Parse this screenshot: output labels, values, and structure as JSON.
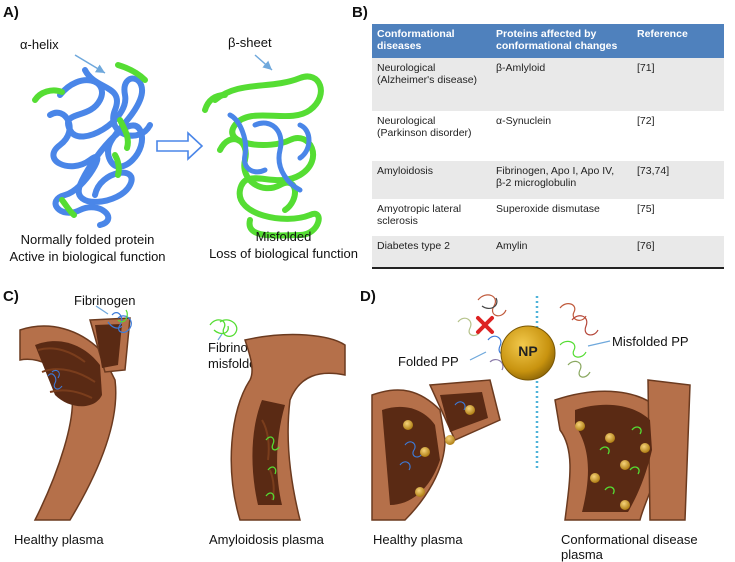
{
  "panel_a": {
    "label": "A)",
    "helix_label": "α-helix",
    "sheet_label": "β-sheet",
    "caption_left_line1": "Normally folded protein",
    "caption_left_line2": "Active in biological function",
    "caption_right_line1": "Misfolded",
    "caption_right_line2": "Loss of biological  function"
  },
  "panel_b": {
    "label": "B)",
    "headers": [
      "Conformational diseases",
      "Proteins affected by conformational changes",
      "Reference"
    ],
    "rows": [
      {
        "disease": "Neurological (Alzheimer's disease)",
        "protein": "β-Amlyloid",
        "ref": "[71]"
      },
      {
        "disease": "Neurological (Parkinson disorder)",
        "protein": "α-Synuclein",
        "ref": "[72]"
      },
      {
        "disease": "Amyloidosis",
        "protein": "Fibrinogen, Apo I, Apo IV, β-2 microglobulin",
        "ref": "[73,74]"
      },
      {
        "disease": "Amyotropic lateral sclerosis",
        "protein": "Superoxide dismutase",
        "ref": "[75]"
      },
      {
        "disease": "Diabetes type 2",
        "protein": "Amylin",
        "ref": "[76]"
      }
    ]
  },
  "panel_c": {
    "label": "C)",
    "fibrinogen_label": "Fibrinogen",
    "misfolded_line1": "Fibrinogen",
    "misfolded_line2": "misfolded",
    "caption_left": "Healthy plasma",
    "caption_right": "Amyloidosis plasma"
  },
  "panel_d": {
    "label": "D)",
    "np_label": "NP",
    "folded_label": "Folded PP",
    "misfolded_label": "Misfolded PP",
    "caption_left": "Healthy plasma",
    "caption_right": "Conformational disease plasma"
  },
  "colors": {
    "helix_blue": "#4a86e8",
    "sheet_green": "#55dd33",
    "table_header": "#4f81bd",
    "vessel_outer": "#b5704a",
    "vessel_inner": "#5a2a14",
    "np_gold": "#c8930f",
    "block_red": "#dd2222",
    "dotted_divider": "#4fb3d9"
  }
}
